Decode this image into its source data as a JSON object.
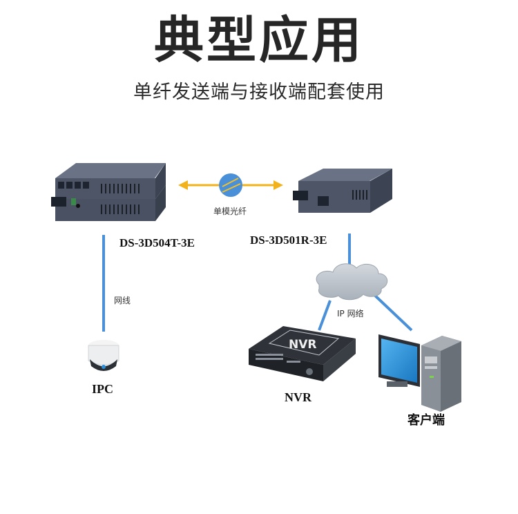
{
  "header": {
    "title": "典型应用",
    "subtitle": "单纤发送端与接收端配套使用"
  },
  "diagram": {
    "transmitter": {
      "model": "DS-3D504T-3E",
      "icon": "media-converter-4port-icon"
    },
    "receiver": {
      "model": "DS-3D501R-3E",
      "icon": "media-converter-1port-icon"
    },
    "fiber": {
      "label": "单模光纤",
      "icon": "fiber-globe-icon"
    },
    "camera_link": {
      "label": "网线"
    },
    "camera": {
      "label": "IPC",
      "icon": "dome-camera-icon"
    },
    "network": {
      "label": "IP 网络",
      "icon": "cloud-icon"
    },
    "nvr": {
      "label": "NVR",
      "box_text": "NVR",
      "icon": "nvr-recorder-icon"
    },
    "client": {
      "label": "客户端",
      "icon": "desktop-computer-icon"
    }
  },
  "colors": {
    "link_line": "#4a90d9",
    "fiber_arrow": "#f2b21b",
    "device_body": "#4d5566",
    "cloud": "#b9c0c8",
    "screen": "#2a8fd8"
  }
}
